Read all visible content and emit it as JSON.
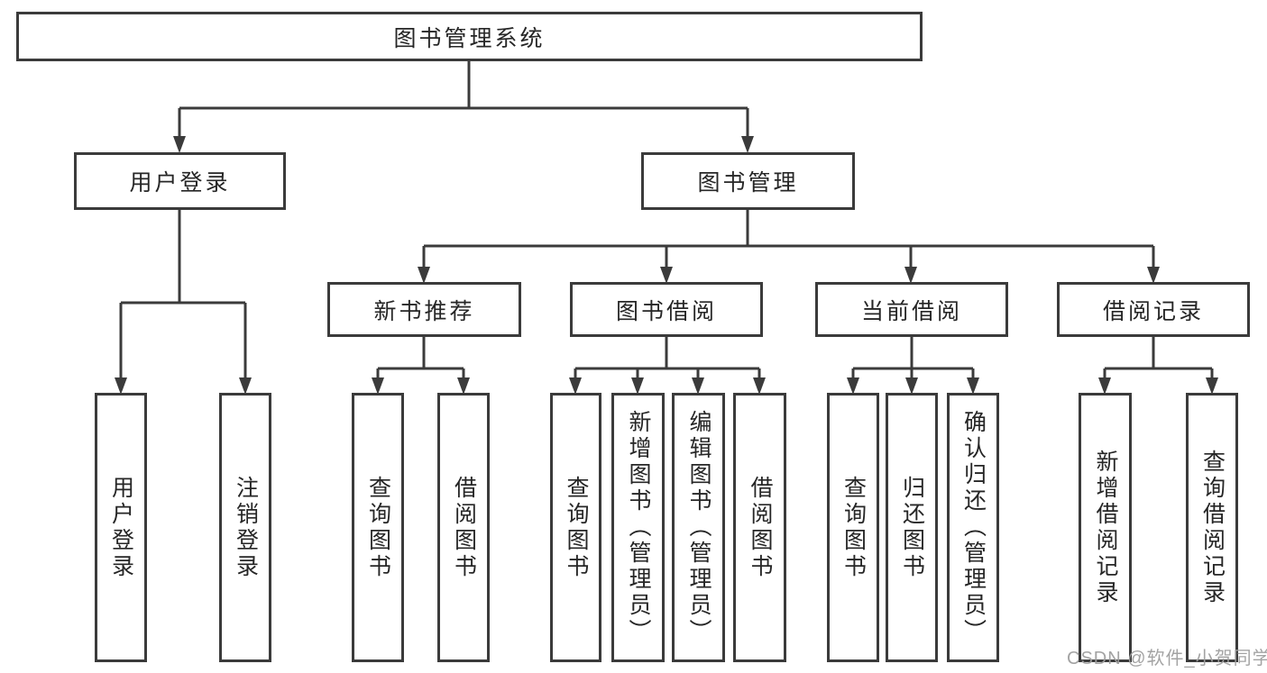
{
  "diagram": {
    "root": {
      "label": "图书管理系统"
    },
    "branches": {
      "user_login": {
        "label": "用户登录",
        "children": {
          "login": "用户登录",
          "logout": "注销登录"
        }
      },
      "book_mgmt": {
        "label": "图书管理",
        "children": {
          "new_books": {
            "label": "新书推荐",
            "children": {
              "query": "查询图书",
              "borrow": "借阅图书"
            }
          },
          "book_borrow": {
            "label": "图书借阅",
            "children": {
              "query": "查询图书",
              "add": "新增图书（管理员）",
              "edit": "编辑图书（管理员）",
              "borrow": "借阅图书"
            }
          },
          "current_borrow": {
            "label": "当前借阅",
            "children": {
              "query": "查询图书",
              "return": "归还图书",
              "confirm": "确认归还（管理员）"
            }
          },
          "borrow_records": {
            "label": "借阅记录",
            "children": {
              "add": "新增借阅记录",
              "query": "查询借阅记录"
            }
          }
        }
      }
    }
  },
  "watermark": "CSDN @软件_小贺同学",
  "colors": {
    "line": "#3b3b3b",
    "text": "#262626",
    "watermark": "#9e9e9e",
    "background": "#ffffff"
  }
}
